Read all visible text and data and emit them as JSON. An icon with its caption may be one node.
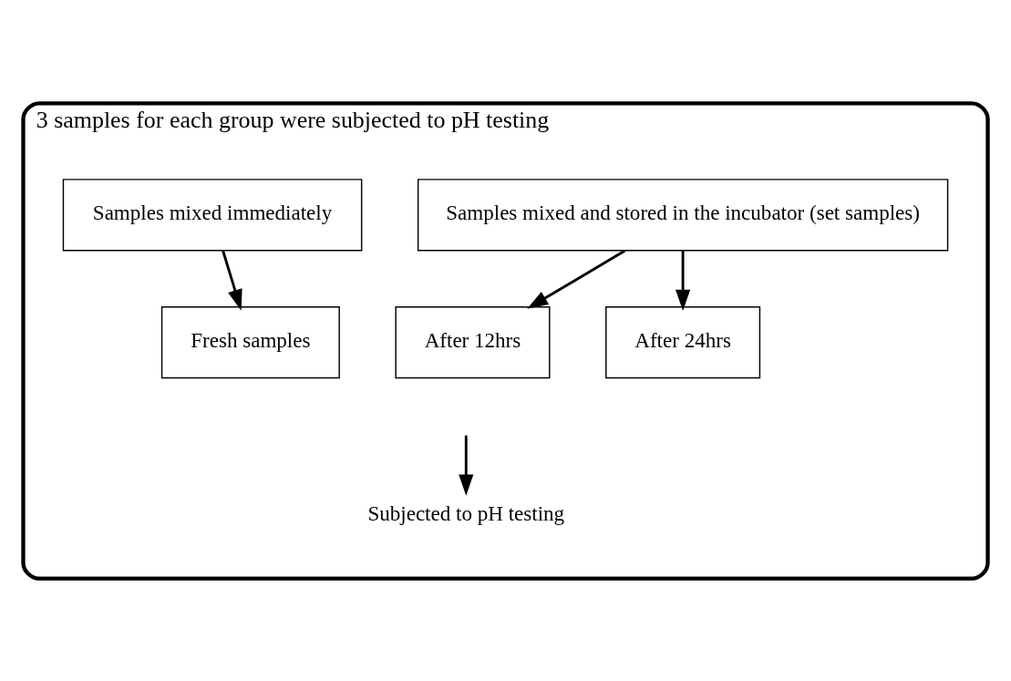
{
  "diagram": {
    "nodes": [
      {
        "text": [
          "3 samples for each group were subjected to pH testing"
        ]
      },
      {
        "text": [
          "Samples mixed immediately"
        ],
        "in": 0
      },
      {
        "text": [
          "Samples mixed and stored in the incubator (set samples)"
        ],
        "in": 0
      },
      {
        "text": [
          "Fresh samples"
        ],
        "in": 0
      },
      {
        "text": [
          "After 12hrs"
        ],
        "in": 0
      },
      {
        "text": [
          "After 24hrs"
        ],
        "in": 0
      },
      {
        "text": [
          "Subjected to pH testing"
        ],
        "in": 0
      }
    ],
    "edges": [
      {
        "from": 1,
        "to": 3,
        "arrow": "to"
      },
      {
        "from": 2,
        "to": 4,
        "arrow": "to"
      },
      {
        "from": 2,
        "to": 5,
        "arrow": "to"
      },
      {
        "from": null,
        "to": 6,
        "arrow": "to"
      }
    ]
  }
}
